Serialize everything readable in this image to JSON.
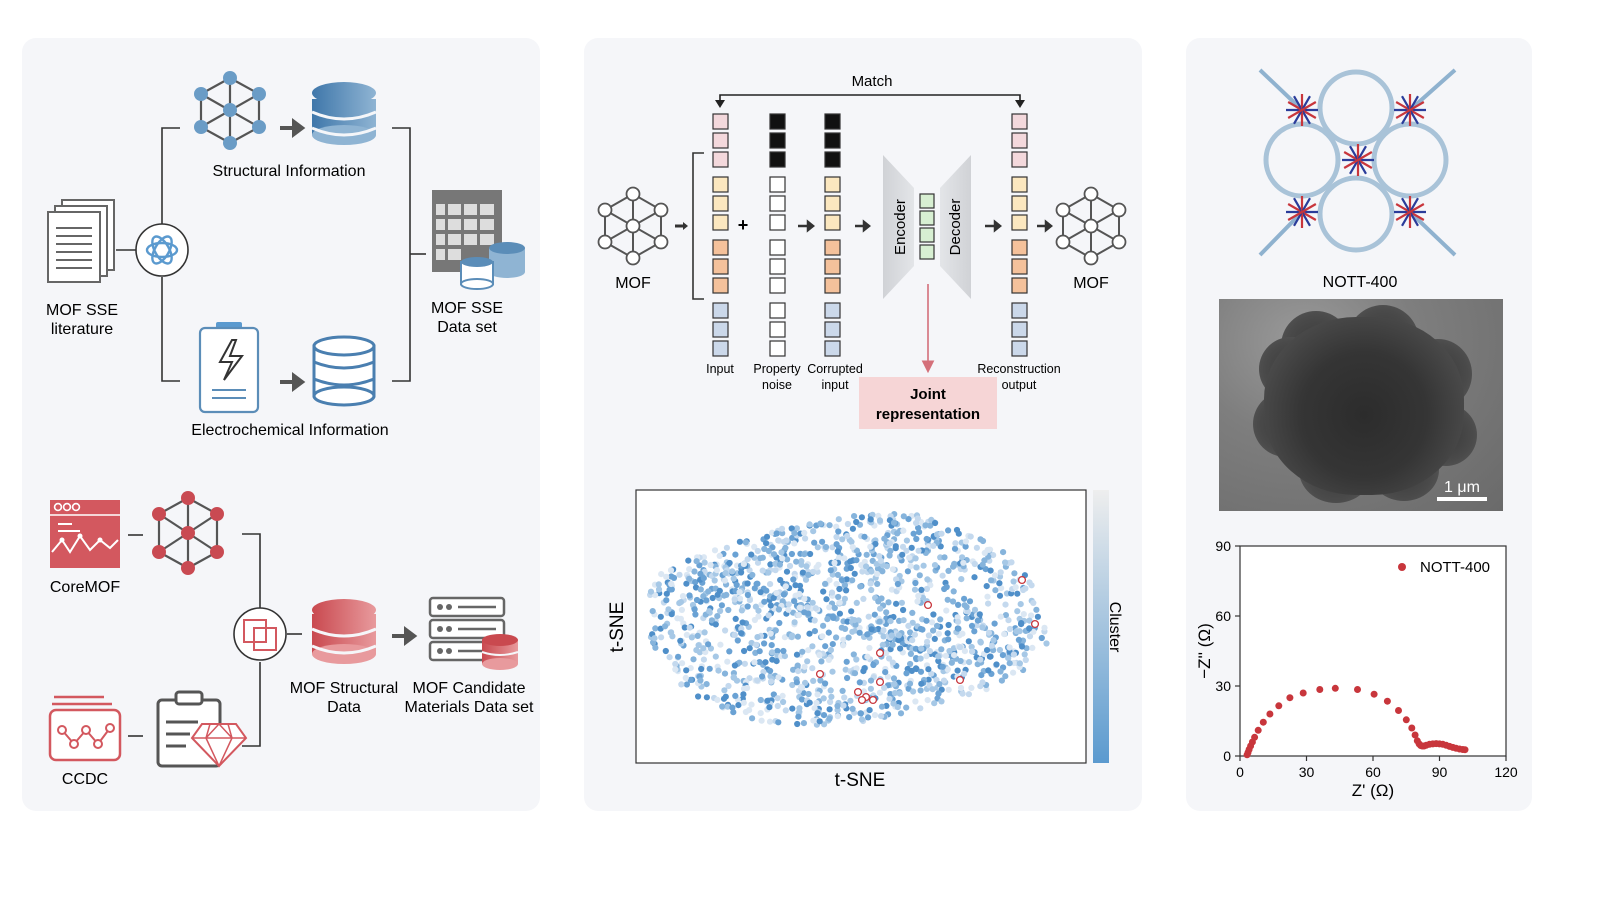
{
  "panel1": {
    "top_flow": {
      "literature_label": [
        "MOF SSE",
        "literature"
      ],
      "structural_label": "Structural Information",
      "electrochemical_label": "Electrochemical Information",
      "dataset_label": [
        "MOF SSE",
        "Data set"
      ]
    },
    "bottom_flow": {
      "coremof_label": "CoreMOF",
      "ccdc_label": "CCDC",
      "structural_data_label": [
        "MOF Structural",
        "Data"
      ],
      "candidate_label": [
        "MOF Candidate",
        "Materials Data set"
      ]
    }
  },
  "panel2": {
    "match_label": "Match",
    "mof_in_label": "MOF",
    "mof_out_label": "MOF",
    "input_label": "Input",
    "noise_label": [
      "Property",
      "noise"
    ],
    "corrupted_label": [
      "Corrupted",
      "input"
    ],
    "reconstruction_label": [
      "Reconstruction",
      "output"
    ],
    "encoder_label": "Encoder",
    "decoder_label": "Decoder",
    "joint_label": [
      "Joint",
      "representation"
    ],
    "tsne": {
      "xlabel": "t-SNE",
      "ylabel": "t-SNE",
      "colorbar_label": "Cluster"
    }
  },
  "panel3": {
    "structure_label": "NOTT-400",
    "sem_scale_label": "1 μm",
    "colors": {
      "accent_red": "#c8363c",
      "accent_blue": "#5b8db8"
    }
  },
  "chart_data": {
    "type": "scatter",
    "title": "",
    "xlabel": "Z' (Ω)",
    "ylabel": "−Z'' (Ω)",
    "xlim": [
      0,
      120
    ],
    "ylim": [
      0,
      90
    ],
    "xticks": [
      "0",
      "30",
      "60",
      "90",
      "120"
    ],
    "yticks": [
      "0",
      "30",
      "60",
      "90"
    ],
    "legend_position": "top-right",
    "series": [
      {
        "name": "NOTT-400",
        "color": "#c8363c",
        "x": [
          3.2,
          3.6,
          4.1,
          4.8,
          5.6,
          6.6,
          8.2,
          10.5,
          13.5,
          17.5,
          22.5,
          28.5,
          36,
          43,
          53,
          60.5,
          66.5,
          71.5,
          75,
          77.5,
          79,
          80,
          80.8,
          81.5,
          82.2,
          83,
          84,
          85.5,
          87,
          88.5,
          90,
          91.5,
          93,
          94.5,
          96,
          97.5,
          99,
          100.5,
          101.5
        ],
        "y": [
          0.5,
          1.5,
          2.8,
          4.3,
          6.0,
          8.0,
          11.0,
          14.5,
          18.0,
          21.5,
          25.0,
          27.0,
          28.5,
          29.0,
          28.5,
          26.5,
          23.5,
          19.5,
          15.5,
          12.0,
          9.0,
          6.5,
          5.2,
          4.5,
          4.3,
          4.3,
          4.6,
          5.0,
          5.2,
          5.3,
          5.2,
          5.0,
          4.6,
          4.1,
          3.7,
          3.3,
          3.0,
          2.8,
          2.7
        ]
      }
    ]
  }
}
